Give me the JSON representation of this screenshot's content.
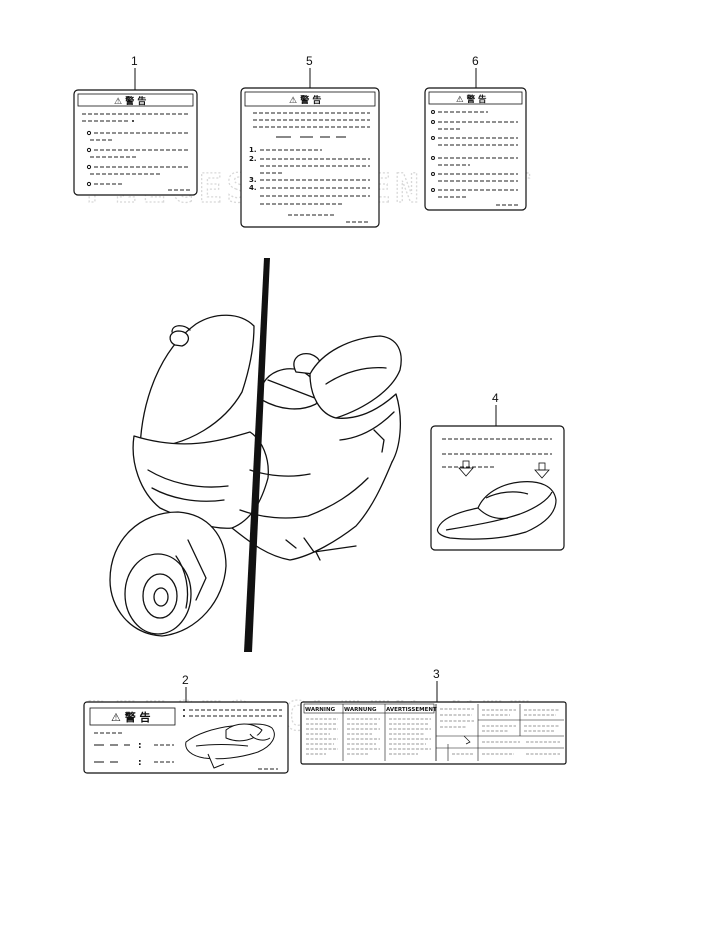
{
  "callouts": [
    "1",
    "2",
    "3",
    "4",
    "5",
    "6"
  ],
  "labels": {
    "warning_glyphs": "⚠ 警 告",
    "warning_en": "WARNING",
    "warning_de": "WARNUNG",
    "warning_fr": "AVERTISSEMENT"
  },
  "label_2": {
    "row_1_sep": ":",
    "row_2_sep": ":"
  },
  "label_5_numbers": [
    "1.",
    "2.",
    "3.",
    "4."
  ],
  "watermark": "PIECES-CLIEN.NET",
  "icons": [
    "warning-triangle-icon",
    "down-arrow-icon",
    "seat-icon",
    "scooter-illustration"
  ]
}
